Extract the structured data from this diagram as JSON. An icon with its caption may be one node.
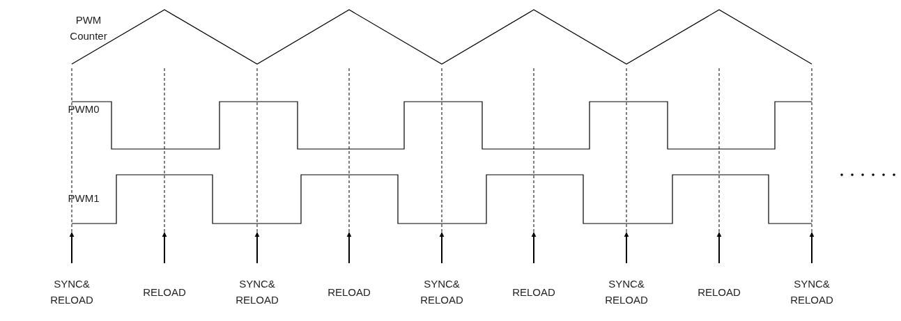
{
  "diagram": {
    "labels": [
      "PWM Counter",
      "PWM0",
      "PWM1",
      "SYNC& RELOAD",
      "RELOAD",
      "SYNC& RELOAD",
      "RELOAD",
      "SYNC& RELOAD",
      "RELOAD",
      "SYNC& RELOAD",
      "RELOAD",
      "SYNC& RELOAD"
    ]
  }
}
